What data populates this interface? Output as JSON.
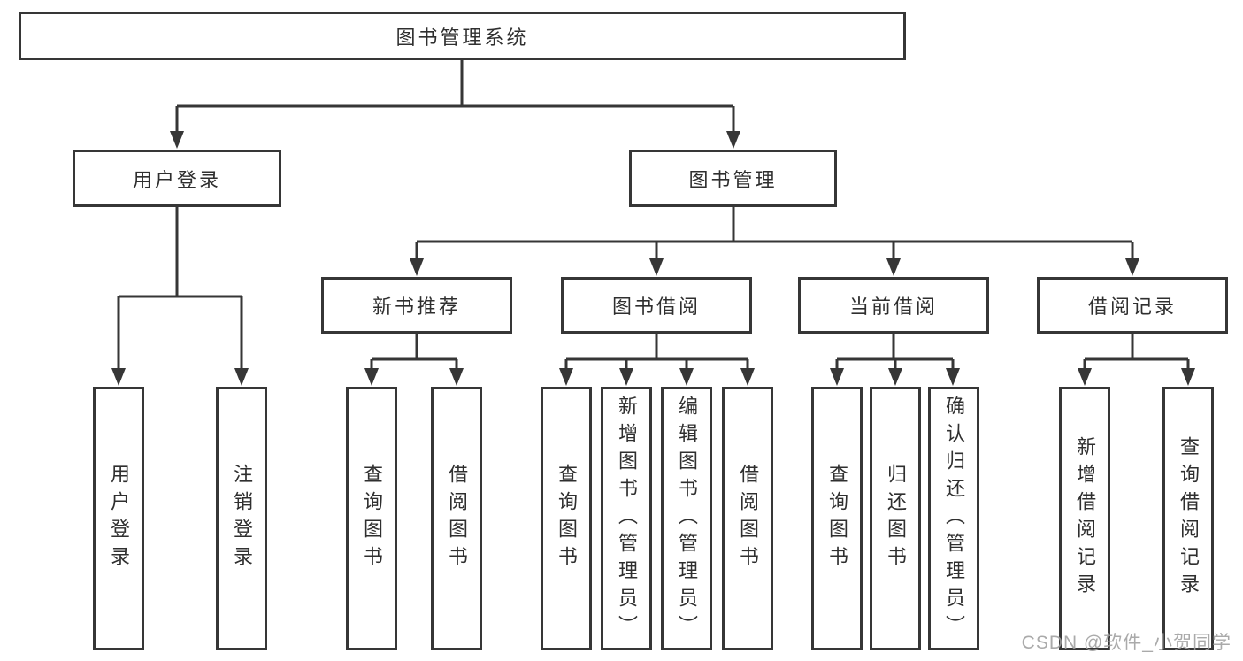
{
  "tree": {
    "root": {
      "label": "图书管理系统"
    },
    "branches": [
      {
        "label": "用户登录",
        "children": [
          {
            "label": "用户登录"
          },
          {
            "label": "注销登录"
          }
        ]
      },
      {
        "label": "图书管理",
        "children": [
          {
            "label": "新书推荐",
            "children": [
              {
                "label": "查询图书"
              },
              {
                "label": "借阅图书"
              }
            ]
          },
          {
            "label": "图书借阅",
            "children": [
              {
                "label": "查询图书"
              },
              {
                "label": "新增图书（管理员）"
              },
              {
                "label": "编辑图书（管理员）"
              },
              {
                "label": "借阅图书"
              }
            ]
          },
          {
            "label": "当前借阅",
            "children": [
              {
                "label": "查询图书"
              },
              {
                "label": "归还图书"
              },
              {
                "label": "确认归还（管理员）"
              }
            ]
          },
          {
            "label": "借阅记录",
            "children": [
              {
                "label": "新增借阅记录"
              },
              {
                "label": "查询借阅记录"
              }
            ]
          }
        ]
      }
    ]
  },
  "watermark": "CSDN @软件_小贺同学",
  "colors": {
    "line": "#363636",
    "text": "#2f2f2f",
    "box_background": "#ffffff",
    "watermark_text": "#9e9e9e"
  }
}
